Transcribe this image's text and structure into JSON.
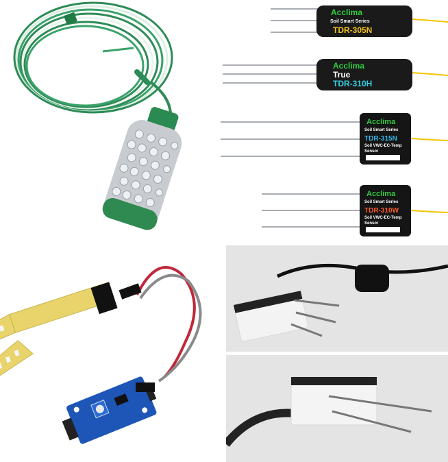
{
  "probes": [
    {
      "brand": "Acclima",
      "series": "Soil Smart Series",
      "model": "TDR-305N",
      "model_color": "#f2c21a"
    },
    {
      "brand": "Acclima",
      "series": "True",
      "model": "TDR-310H",
      "model_color": "#35d0e6"
    },
    {
      "brand": "Acclima",
      "series": "Soil Smart Series",
      "model": "TDR-315N",
      "model_color": "#35b8e8",
      "subtitle": "Soil VWC-EC-Temp",
      "sub2": "Sensor"
    },
    {
      "brand": "Acclima",
      "series": "Soil Smart Series",
      "model": "TDR-310W",
      "model_color": "#ff5a2a",
      "subtitle": "Soil VWC-EC-Temp",
      "sub2": "Sensor"
    }
  ],
  "colors": {
    "cable_green": "#2e8b57",
    "probe_body": "#1a1a1a",
    "cable_yellow": "#f5c400",
    "pcb_blue": "#1e56b8",
    "fork_yellow": "#e8d46a",
    "panel_gray": "#e4e4e4"
  }
}
